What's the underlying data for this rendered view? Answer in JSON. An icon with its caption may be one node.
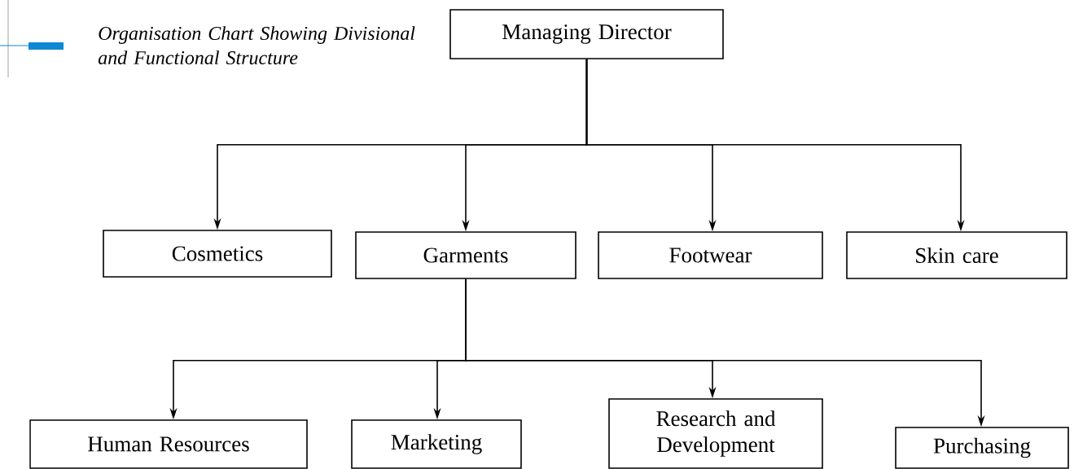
{
  "diagram": {
    "title": "Organisation Chart Showing Divisional and Functional Structure",
    "nodes": [
      {
        "text": [
          "Managing Director"
        ]
      },
      {
        "text": [
          "Cosmetics"
        ]
      },
      {
        "text": [
          "Garments"
        ]
      },
      {
        "text": [
          "Footwear"
        ]
      },
      {
        "text": [
          "Skin care"
        ]
      },
      {
        "text": [
          "Human Resources"
        ]
      },
      {
        "text": [
          "Marketing"
        ]
      },
      {
        "text": [
          "Research and Development"
        ]
      },
      {
        "text": [
          "Purchasing"
        ]
      }
    ],
    "edges": [
      {
        "from": 0,
        "to": 1,
        "arrow": "to"
      },
      {
        "from": 0,
        "to": 2,
        "arrow": "to"
      },
      {
        "from": 0,
        "to": 3,
        "arrow": "to"
      },
      {
        "from": 0,
        "to": 4,
        "arrow": "to"
      },
      {
        "from": 2,
        "to": 5,
        "arrow": "to"
      },
      {
        "from": 2,
        "to": 6,
        "arrow": "to"
      },
      {
        "from": 2,
        "to": 7,
        "arrow": "to"
      },
      {
        "from": 2,
        "to": 8,
        "arrow": "to"
      }
    ]
  }
}
